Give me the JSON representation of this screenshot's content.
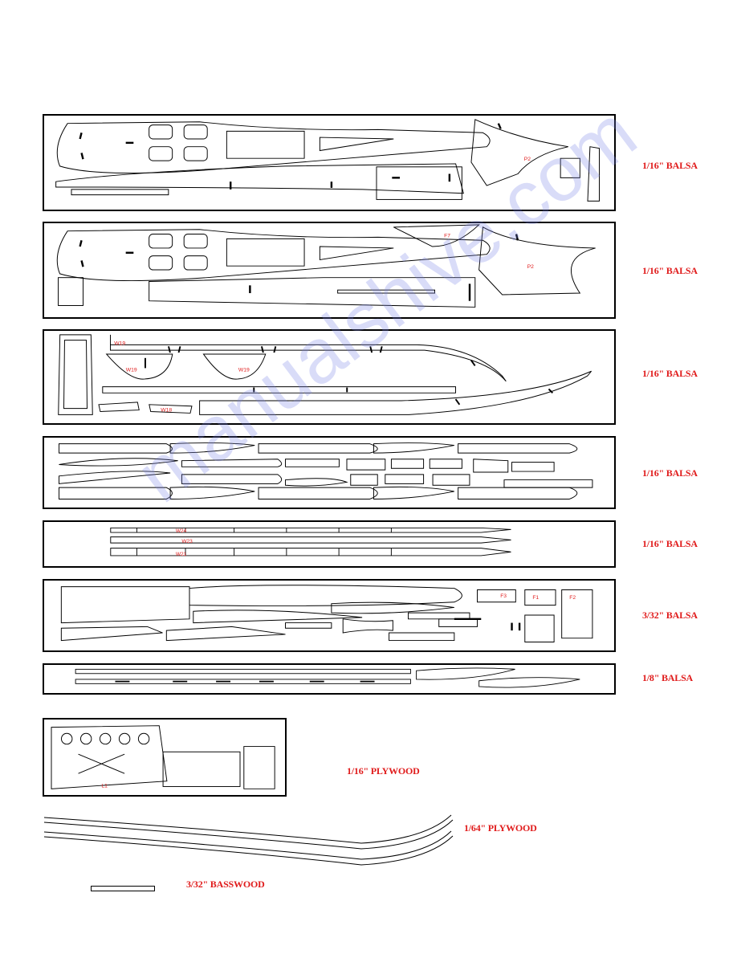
{
  "sheets": [
    {
      "material": "1/16\" BALSA",
      "part_labels": [
        "P2"
      ]
    },
    {
      "material": "1/16\" BALSA",
      "part_labels": [
        "F7",
        "P2"
      ]
    },
    {
      "material": "1/16\" BALSA",
      "part_labels": [
        "W19",
        "W19",
        "W19",
        "W18"
      ]
    },
    {
      "material": "1/16\" BALSA",
      "part_labels": []
    },
    {
      "material": "1/16\" BALSA",
      "part_labels": [
        "W24",
        "W23",
        "W21"
      ]
    },
    {
      "material": "3/32\" BALSA",
      "part_labels": [
        "F1",
        "F2",
        "F3"
      ]
    },
    {
      "material": "1/8\" BALSA",
      "part_labels": []
    },
    {
      "material": "1/16\" PLYWOOD",
      "part_labels": [
        "L1"
      ]
    },
    {
      "material": "1/64\" PLYWOOD",
      "part_labels": []
    },
    {
      "material": "3/32\" BASSWOOD",
      "part_labels": []
    }
  ],
  "watermark": "manualshive.com",
  "colors": {
    "label": "#e01b1b",
    "outline": "#000000",
    "watermark": "#7f8be6"
  }
}
